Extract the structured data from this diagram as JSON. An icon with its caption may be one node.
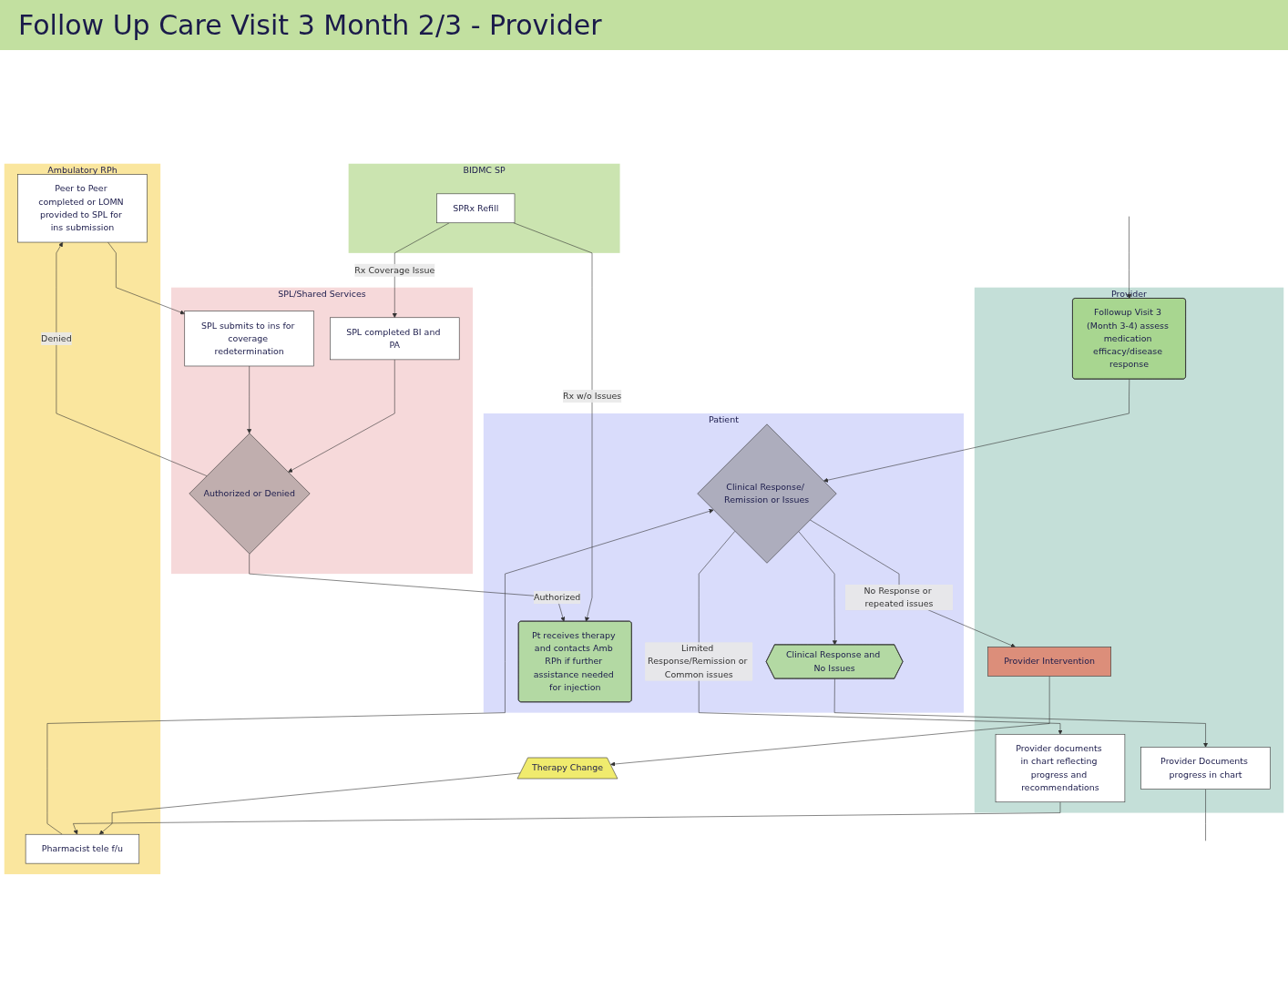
{
  "diagram": {
    "title": "Follow Up Care Visit 3 Month 2/3 - Provider",
    "nodes": [
      {
        "text": [
          "Patient"
        ]
      },
      {
        "text": [
          "Provider"
        ]
      },
      {
        "text": [
          "Ambulatory RPh"
        ]
      },
      {
        "text": [
          "SPL/Shared Services"
        ]
      },
      {
        "text": [
          "BIDMC SP"
        ]
      },
      {
        "text": [
          "Clinical Response/ Remission or Issues"
        ],
        "in": 0
      },
      {
        "text": [
          "Clinical Response and No Issues"
        ],
        "in": 0
      },
      {
        "text": [
          "Pt receives therapy and contacts Amb RPh if further assistance needed for injection"
        ],
        "in": 0
      },
      {
        "text": [
          "Followup Visit 3 (Month 3-4) assess medication efficacy/disease response"
        ],
        "in": 1
      },
      {
        "text": [
          "Provider documents in chart reflecting progress and recommendations"
        ],
        "in": 1
      },
      {
        "text": [
          "Provider Intervention"
        ],
        "in": 1
      },
      {
        "text": [
          "Provider Documents progress in chart"
        ],
        "in": 1
      },
      {
        "text": [
          "Therapy Change"
        ]
      },
      {
        "text": [
          "Pharmacist tele f/u"
        ],
        "in": 2
      },
      {
        "text": [
          "Peer to Peer completed or LOMN provided to SPL for ins submission"
        ],
        "in": 2
      },
      {
        "text": [
          "SPL completed BI and PA"
        ],
        "in": 3
      },
      {
        "text": [
          "Authorized or Denied"
        ],
        "in": 3
      },
      {
        "text": [
          "SPL submits to ins for coverage redetermination"
        ],
        "in": 3
      },
      {
        "text": [
          "SPRx Refill"
        ],
        "in": 4
      }
    ],
    "edges": [
      {
        "from": null,
        "to": 8,
        "arrow": "to"
      },
      {
        "from": 8,
        "to": 5,
        "arrow": "to"
      },
      {
        "from": 5,
        "to": 6,
        "arrow": "to"
      },
      {
        "from": 5,
        "to": 10,
        "arrow": "to",
        "label": "No Response or repeated issues"
      },
      {
        "from": 5,
        "to": 9,
        "arrow": "to",
        "label": "Limited Response/Remission or Common issues"
      },
      {
        "from": 6,
        "to": 11,
        "arrow": "to"
      },
      {
        "from": 10,
        "to": 12,
        "arrow": "to"
      },
      {
        "from": 12,
        "to": 13,
        "arrow": "to"
      },
      {
        "from": 9,
        "to": 13,
        "arrow": "to"
      },
      {
        "from": 13,
        "to": 5,
        "arrow": "to"
      },
      {
        "from": 11,
        "to": null,
        "arrow": "none"
      },
      {
        "from": 18,
        "to": 15,
        "arrow": "to",
        "label": "Rx Coverage Issue"
      },
      {
        "from": 18,
        "to": 7,
        "arrow": "to",
        "label": "Rx w/o Issues"
      },
      {
        "from": 15,
        "to": 16,
        "arrow": "to"
      },
      {
        "from": 16,
        "to": 14,
        "arrow": "to",
        "label": "Denied"
      },
      {
        "from": 14,
        "to": 17,
        "arrow": "to"
      },
      {
        "from": 17,
        "to": 16,
        "arrow": "to"
      },
      {
        "from": 16,
        "to": 7,
        "arrow": "to",
        "label": "Authorized"
      }
    ]
  }
}
